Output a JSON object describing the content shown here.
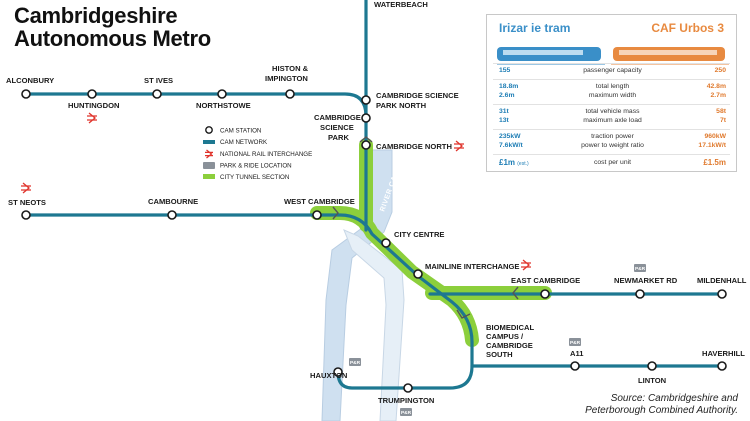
{
  "title": {
    "line1": "Cambridgeshire",
    "line2": "Autonomous Metro"
  },
  "legend": {
    "station": "CAM STATION",
    "network": "CAM NETWORK",
    "rail": "NATIONAL RAIL INTERCHANGE",
    "park_ride": "PARK & RIDE LOCATION",
    "tunnel": "CITY TUNNEL SECTION"
  },
  "river_label": "RIVER CAM",
  "park_ride_icon": "P&R",
  "stations": {
    "waterbeach": "WATERBEACH",
    "alconbury": "ALCONBURY",
    "huntingdon": "HUNTINGDON",
    "st_ives": "ST IVES",
    "northstowe": "NORTHSTOWE",
    "histon_1": "HISTON &",
    "histon_2": "IMPINGTON",
    "csp_1": "CAMBRIDGE",
    "csp_2": "SCIENCE",
    "csp_3": "PARK",
    "cspn_1": "CAMBRIDGE SCIENCE",
    "cspn_2": "PARK NORTH",
    "cambridge_north": "CAMBRIDGE NORTH",
    "st_neots": "ST NEOTS",
    "cambourne": "CAMBOURNE",
    "west_cambridge": "WEST CAMBRIDGE",
    "city_centre": "CITY CENTRE",
    "mainline": "MAINLINE INTERCHANGE",
    "east_cambridge": "EAST CAMBRIDGE",
    "newmarket": "NEWMARKET RD",
    "mildenhall": "MILDENHALL",
    "bio_1": "BIOMEDICAL",
    "bio_2": "CAMPUS /",
    "bio_3": "CAMBRIDGE",
    "bio_4": "SOUTH",
    "a11": "A11",
    "haverhill": "HAVERHILL",
    "linton": "LINTON",
    "hauxton": "HAUXTON",
    "trumpington": "TRUMPINGTON"
  },
  "comparison": {
    "left_name": "Irizar ie tram",
    "right_name": "CAF Urbos 3",
    "rows": [
      {
        "left": "155",
        "metric": "passenger capacity",
        "right": "250"
      },
      {
        "left": "18.8m",
        "metric": "total length",
        "right": "42.8m"
      },
      {
        "left": "2.6m",
        "metric": "maximum width",
        "right": "2.7m"
      },
      {
        "left": "31t",
        "metric": "total vehicle mass",
        "right": "58t"
      },
      {
        "left": "13t",
        "metric": "maximum axle load",
        "right": "7t"
      },
      {
        "left": "235kW",
        "metric": "traction power",
        "right": "960kW"
      },
      {
        "left": "7.6kW/t",
        "metric": "power to weight ratio",
        "right": "17.1kW/t"
      },
      {
        "left": "£1m",
        "left_note": "(est.)",
        "metric": "cost per unit",
        "right": "£1.5m"
      }
    ]
  },
  "source": {
    "line1": "Source: Cambridgeshire and",
    "line2": "Peterborough Combined Authority."
  },
  "colors": {
    "network": "#1d7891",
    "tunnel": "#8ccf3c",
    "rail": "#e0342c",
    "river": "#cfe0f0",
    "pr_grey": "#8a9199",
    "tram_blue": "#3a8fc8",
    "tram_orange": "#e88a40"
  }
}
